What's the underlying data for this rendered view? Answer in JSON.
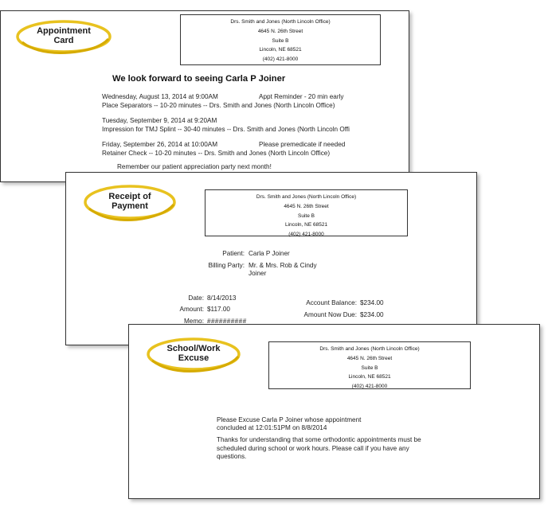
{
  "office": {
    "name": "Drs. Smith and Jones (North Lincoln Office)",
    "street": "4645 N. 26th Street",
    "suite": "Suite B",
    "city": "Lincoln, NE 68521",
    "phone": "(402) 421-8000"
  },
  "appointment_card": {
    "badge_line1": "Appointment",
    "badge_line2": "Card",
    "greeting": "We look forward to seeing Carla P Joiner",
    "appointments": [
      {
        "datetime": "Wednesday, August 13, 2014 at 9:00AM",
        "note": "Appt Reminder - 20 min early",
        "detail": "Place Separators -- 10-20 minutes  -- Drs. Smith and Jones (North Lincoln Office)"
      },
      {
        "datetime": "Tuesday, September 9, 2014 at 9:20AM",
        "note": "",
        "detail": "Impression for TMJ Splint -- 30-40 minutes -- Drs. Smith and Jones (North Lincoln  Offi"
      },
      {
        "datetime": "Friday, September 26, 2014 at 10:00AM",
        "note": "Please premedicate if needed",
        "detail": "Retainer Check -- 10-20 minutes  -- Drs. Smith and Jones (North Lincoln Office)"
      }
    ],
    "footer": "Remember our patient appreciation party next month!"
  },
  "receipt": {
    "badge_line1": "Receipt of",
    "badge_line2": "Payment",
    "patient_label": "Patient:",
    "patient_value": "Carla P Joiner",
    "billing_label": "Billing Party:",
    "billing_value_line1": "Mr. & Mrs. Rob & Cindy",
    "billing_value_line2": "Joiner",
    "date_label": "Date:",
    "date_value": "8/14/2013",
    "amount_label": "Amount:",
    "amount_value": "$117.00",
    "memo_label": "Memo:",
    "memo_value": "##########",
    "balance_label": "Account Balance:",
    "balance_value": "$234.00",
    "now_due_label": "Amount Now Due:",
    "now_due_value": "$234.00"
  },
  "excuse": {
    "badge_line1": "School/Work",
    "badge_line2": "Excuse",
    "line1": "Please Excuse Carla P Joiner whose appointment",
    "line2": "concluded at 12:01:51PM on 8/8/2014",
    "line3": "Thanks for understanding that some orthodontic appointments must be",
    "line4": "scheduled during school or work hours.  Please call if you have any",
    "line5": "questions."
  },
  "colors": {
    "badge_ring": "#e8c21f",
    "badge_shadow": "#b89400",
    "border": "#333333"
  }
}
